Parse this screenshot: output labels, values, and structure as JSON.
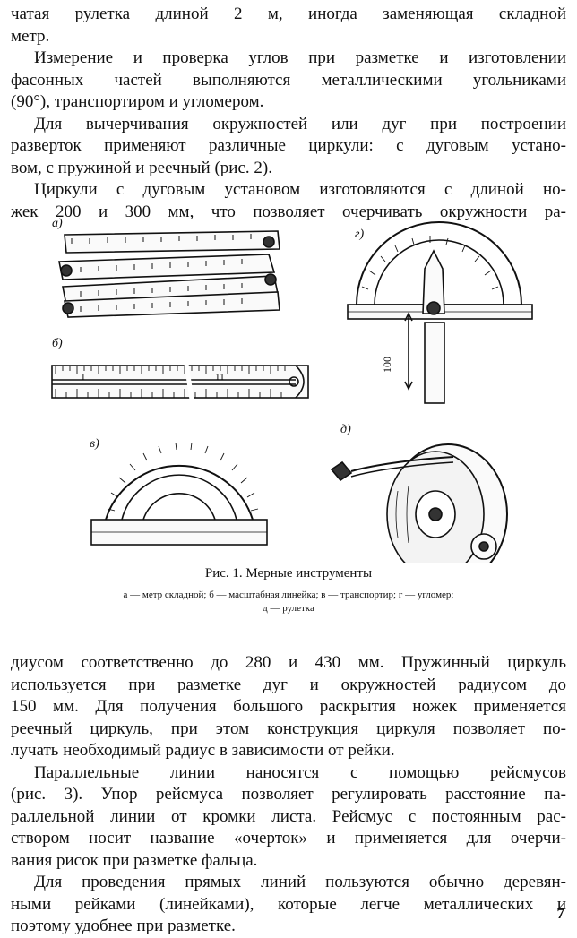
{
  "page_top": {
    "lines": [
      "чатая рулетка длиной 2 м, иногда заменяющая складной",
      "метр.",
      "Измерение и проверка углов при разметке и изготовлении",
      "фасонных частей выполняются металлическими угольниками",
      "(90°), транспортиром и угломером.",
      "Для вычерчивания окружностей или дуг при построении",
      "разверток применяют различные циркули: с дуговым устано-",
      "вом, с пружиной и реечный (рис. 2).",
      "Циркули с дуговым установом изготовляются с длиной но-",
      "жек 200 и 300 мм, что позволяет очерчивать окружности ра-"
    ]
  },
  "figure": {
    "labels": {
      "a": "а)",
      "b": "б)",
      "v": "в)",
      "g": "г)",
      "d": "д)"
    },
    "dimension": "100",
    "ruler_marks": [
      "1",
      "11"
    ],
    "caption_title": "Рис. 1. Мерные инструменты",
    "caption_legend_line1": "а — метр складной; б — масштабная линейка; в — транспортир; г — угломер;",
    "caption_legend_line2": "д — рулетка"
  },
  "page_bottom": {
    "lines": [
      "диусом соответственно до 280 и 430 мм. Пружинный циркуль",
      "используется при разметке дуг и окружностей радиусом до",
      "150 мм. Для получения большого раскрытия ножек применяется",
      "реечный циркуль, при этом конструкция циркуля позволяет по-",
      "лучать необходимый радиус в зависимости от рейки.",
      "Параллельные линии наносятся с помощью рейсмусов",
      "(рис. 3). Упор рейсмуса позволяет регулировать расстояние па-",
      "раллельной линии от кромки листа. Рейсмус с постоянным рас-",
      "створом носит название «очерток» и применяется для очерчи-",
      "вания рисок при разметке фальца.",
      "Для проведения прямых линий пользуются обычно деревян-",
      "ными рейками (линейками), которые легче металлических и",
      "поэтому удобнее при разметке."
    ]
  },
  "page_number": "7"
}
